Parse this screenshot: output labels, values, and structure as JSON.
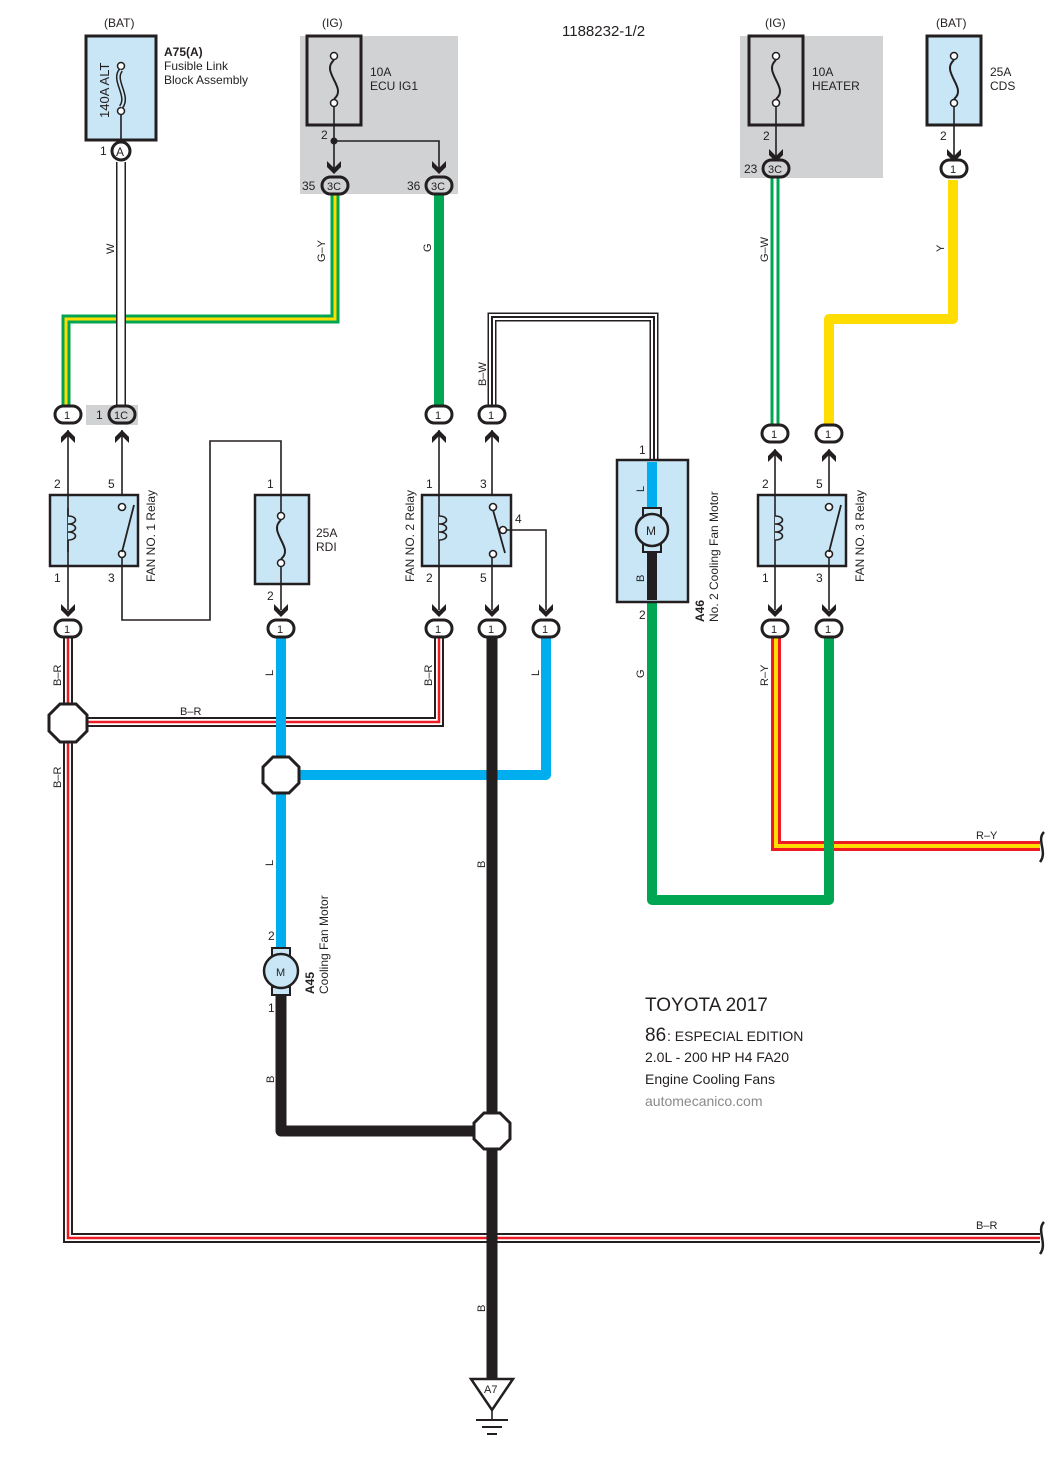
{
  "diagram": {
    "id": "1188232-1/2",
    "colors": {
      "relay_fill": "#c8e6f5",
      "ecu_box_gray": "#d1d2d4",
      "wire_green": "#00a651",
      "wire_yellow": "#ffdd00",
      "wire_blue": "#00aeef",
      "wire_red": "#ed1c24",
      "wire_black": "#231f20"
    },
    "power_sources": [
      {
        "supply": "(BAT)",
        "name": "140A ALT",
        "code": "A75(A)",
        "desc1": "Fusible Link",
        "desc2": "Block Assembly",
        "pin": "1",
        "connector": "A"
      },
      {
        "supply": "(IG)",
        "amp": "10A",
        "name": "ECU IG1",
        "pin": "2",
        "connectors": [
          {
            "pin": "35",
            "id": "3C"
          },
          {
            "pin": "36",
            "id": "3C"
          }
        ]
      },
      {
        "supply": "(IG)",
        "amp": "10A",
        "name": "HEATER",
        "pin": "2",
        "connectors": [
          {
            "pin": "23",
            "id": "3C"
          }
        ]
      },
      {
        "supply": "(BAT)",
        "amp": "25A",
        "name": "CDS",
        "pin": "2",
        "connector": "1"
      }
    ],
    "relays": [
      {
        "name": "FAN NO. 1 Relay",
        "pins": [
          "2",
          "5",
          "1",
          "3"
        ]
      },
      {
        "name": "FAN NO. 2 Relay",
        "pins": [
          "1",
          "3",
          "4",
          "2",
          "5"
        ]
      },
      {
        "name": "FAN NO. 3 Relay",
        "pins": [
          "2",
          "5",
          "1",
          "3"
        ]
      }
    ],
    "rdi_fuse": {
      "amp": "25A",
      "name": "RDI",
      "pin_top": "1",
      "pin_bottom": "2"
    },
    "motors": [
      {
        "code": "A46",
        "name": "No. 2 Cooling Fan Motor",
        "pin_top": "1",
        "pin_bottom": "2",
        "symbol": "M",
        "inner_top": "L",
        "inner_bottom": "B"
      },
      {
        "code": "A45",
        "name": "Cooling Fan Motor",
        "pin_top": "2",
        "pin_bottom": "1",
        "symbol": "M"
      }
    ],
    "connector_labels": {
      "one": "1",
      "c1c": "1C",
      "c1c_pin": "1",
      "c3c": "3C"
    },
    "wire_labels": {
      "w": "W",
      "gy": "G–Y",
      "g": "G",
      "bw": "B–W",
      "gw": "G–W",
      "y": "Y",
      "br": "B–R",
      "l": "L",
      "b": "B",
      "ry": "R–Y"
    },
    "ground": {
      "code": "A7"
    },
    "info": {
      "make": "TOYOTA 2017",
      "model": "86",
      "edition": ": ESPECIAL EDITION",
      "engine": "2.0L - 200 HP  H4 FA20",
      "system": "Engine Cooling Fans",
      "site": "automecanico.com"
    }
  }
}
